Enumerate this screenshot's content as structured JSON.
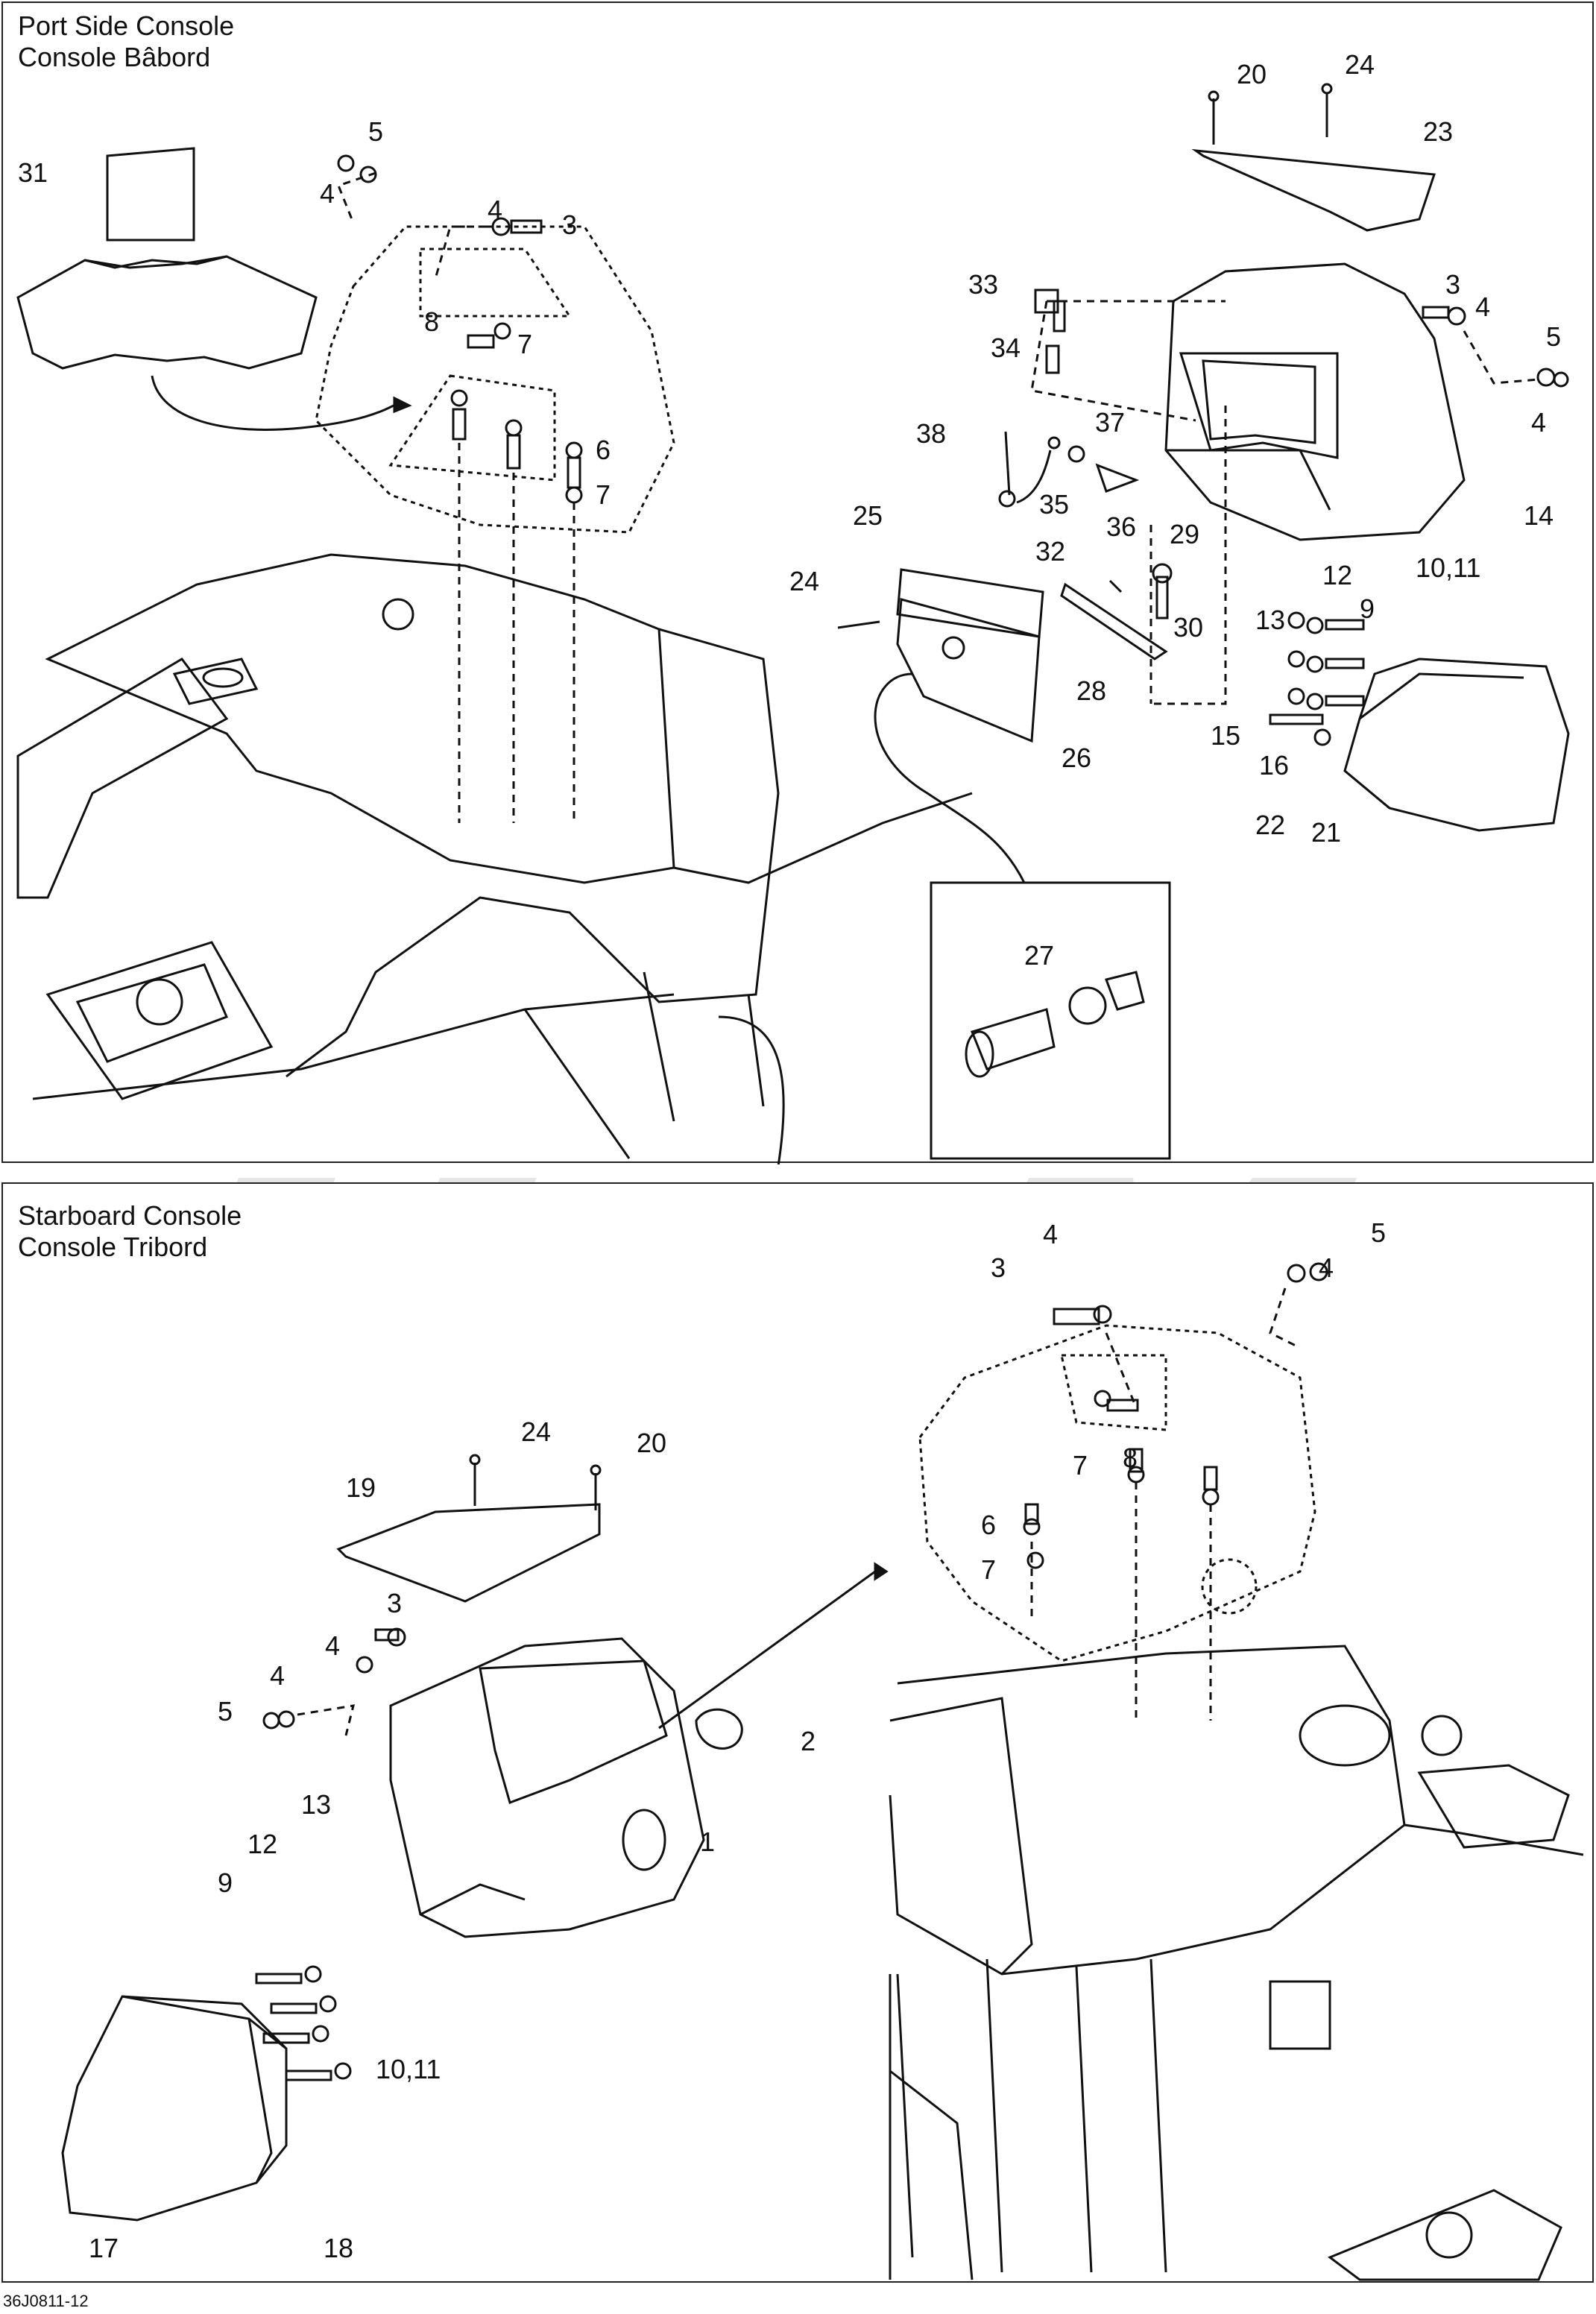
{
  "top_panel": {
    "title_en": "Port Side Console",
    "title_fr": "Console Bâbord",
    "callouts": {
      "c5": "5",
      "c4a": "4",
      "c31": "31",
      "c4b": "4",
      "c3": "3",
      "c8": "8",
      "c7a": "7",
      "c6": "6",
      "c7b": "7",
      "c20": "20",
      "c24a": "24",
      "c23": "23",
      "c33": "33",
      "c3r": "3",
      "c4r": "4",
      "c5r": "5",
      "c4r2": "4",
      "c34": "34",
      "c38": "38",
      "c37": "37",
      "c35": "35",
      "c36": "36",
      "c14": "14",
      "c25": "25",
      "c29": "29",
      "c32": "32",
      "c24b": "24",
      "c30": "30",
      "c12": "12",
      "c1011": "10,11",
      "c13": "13",
      "c9": "9",
      "c28": "28",
      "c26": "26",
      "c15": "15",
      "c16": "16",
      "c22": "22",
      "c21": "21",
      "c27": "27"
    }
  },
  "bottom_panel": {
    "title_en": "Starboard Console",
    "title_fr": "Console Tribord",
    "callouts": {
      "b4a": "4",
      "b3a": "3",
      "b5a": "5",
      "b4b": "4",
      "b24": "24",
      "b20": "20",
      "b8": "8",
      "b7a": "7",
      "b19": "19",
      "b6": "6",
      "b7b": "7",
      "b3": "3",
      "b4c": "4",
      "b4d": "4",
      "b5": "5",
      "b2": "2",
      "b1": "1",
      "b13": "13",
      "b12": "12",
      "b9": "9",
      "b1011": "10,11",
      "b17": "17",
      "b18": "18"
    }
  },
  "footer_code": "36J0811-12",
  "colors": {
    "line": "#111111",
    "watermark": "#e6e6e6",
    "background": "#ffffff"
  }
}
